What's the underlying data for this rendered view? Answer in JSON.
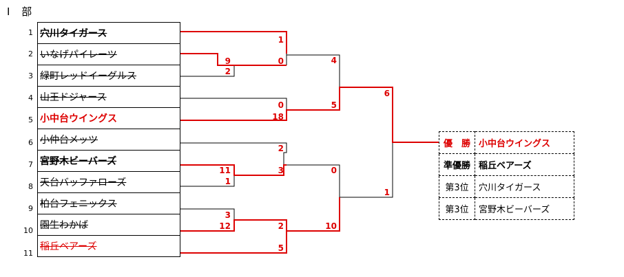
{
  "division": "Ⅰ 部",
  "teams": [
    {
      "seed": "1",
      "name": "穴川タイガース",
      "style": "black bold strike"
    },
    {
      "seed": "2",
      "name": "いなげパイレーツ",
      "style": "black strike"
    },
    {
      "seed": "3",
      "name": "緑町レッドイーグルス",
      "style": "black strike"
    },
    {
      "seed": "4",
      "name": "山王ドジャース",
      "style": "black strike"
    },
    {
      "seed": "5",
      "name": "小中台ウイングス",
      "style": "red"
    },
    {
      "seed": "6",
      "name": "小仲台メッツ",
      "style": "black strike"
    },
    {
      "seed": "7",
      "name": "宮野木ビーバーズ",
      "style": "black bold strike"
    },
    {
      "seed": "8",
      "name": "天台バッファローズ",
      "style": "black strike"
    },
    {
      "seed": "9",
      "name": "柏台フェニックス",
      "style": "black strike"
    },
    {
      "seed": "10",
      "name": "園生わかば",
      "style": "black strike"
    },
    {
      "seed": "11",
      "name": "稲丘ベアーズ",
      "style": "red strike"
    }
  ],
  "scores": {
    "r1_top": "9",
    "r1_bottom": "2",
    "r2a_top": "1",
    "r2a_bottom": "0",
    "r2b_top": "0",
    "r2b_bottom": "18",
    "r2c_top": "2",
    "r2c_bottom": "3",
    "r1b_top": "11",
    "r1b_bottom": "1",
    "r1c_top": "3",
    "r1c_bottom": "12",
    "r2d_top": "2",
    "r2d_bottom": "5",
    "sf1_top": "4",
    "sf1_bottom": "5",
    "sf2_top": "0",
    "sf2_bottom": "10",
    "final_top": "6",
    "final_bottom": "1"
  },
  "results": [
    {
      "rank": "優　勝",
      "team": "小中台ウイングス",
      "style": "red"
    },
    {
      "rank": "準優勝",
      "team": "稲丘ベアーズ",
      "style": "bold"
    },
    {
      "rank": "第3位",
      "team": "穴川タイガース",
      "style": ""
    },
    {
      "rank": "第3位",
      "team": "宮野木ビーバーズ",
      "style": ""
    }
  ],
  "colors": {
    "winner": "#dd0000",
    "line": "#000000"
  }
}
